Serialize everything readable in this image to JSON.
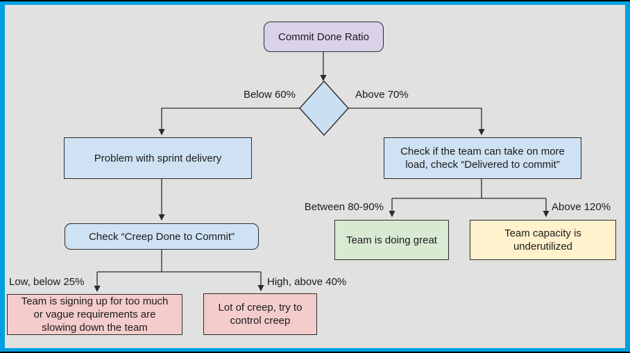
{
  "frame": {
    "border_color": "#00A0E0",
    "outer_line_color": "#000000",
    "background": "#E1E1E1",
    "line_color": "#2b2b2b"
  },
  "nodes": {
    "commit_done_ratio": {
      "label": "Commit Done Ratio",
      "fill": "#D9D2E9"
    },
    "decision": {
      "fill": "#CBDFF2"
    },
    "problem_sprint_delivery": {
      "label": "Problem with sprint delivery",
      "fill": "#CFE2F3"
    },
    "check_team_load": {
      "label": "Check if the team can take on more\nload, check “Delivered to commit”",
      "fill": "#CFE2F3"
    },
    "check_creep_done_to_commit": {
      "label": "Check “Creep Done to Commit”",
      "fill": "#CFE2F3"
    },
    "team_signing_up_too_much": {
      "label": "Team is signing up for too much\nor vague requirements are\nslowing down the team",
      "fill": "#F4CCCC"
    },
    "lot_of_creep": {
      "label": "Lot of creep, try to\ncontrol creep",
      "fill": "#F4CCCC"
    },
    "team_doing_great": {
      "label": "Team is doing great",
      "fill": "#D9EAD3"
    },
    "team_capacity_underutilized": {
      "label": "Team capacity is\nunderutilized",
      "fill": "#FFF2CC"
    }
  },
  "edge_labels": {
    "below_60": "Below 60%",
    "above_70": "Above 70%",
    "between_80_90": "Between 80-90%",
    "above_120": "Above 120%",
    "low_below_25": "Low, below 25%",
    "high_above_40": "High, above 40%"
  }
}
